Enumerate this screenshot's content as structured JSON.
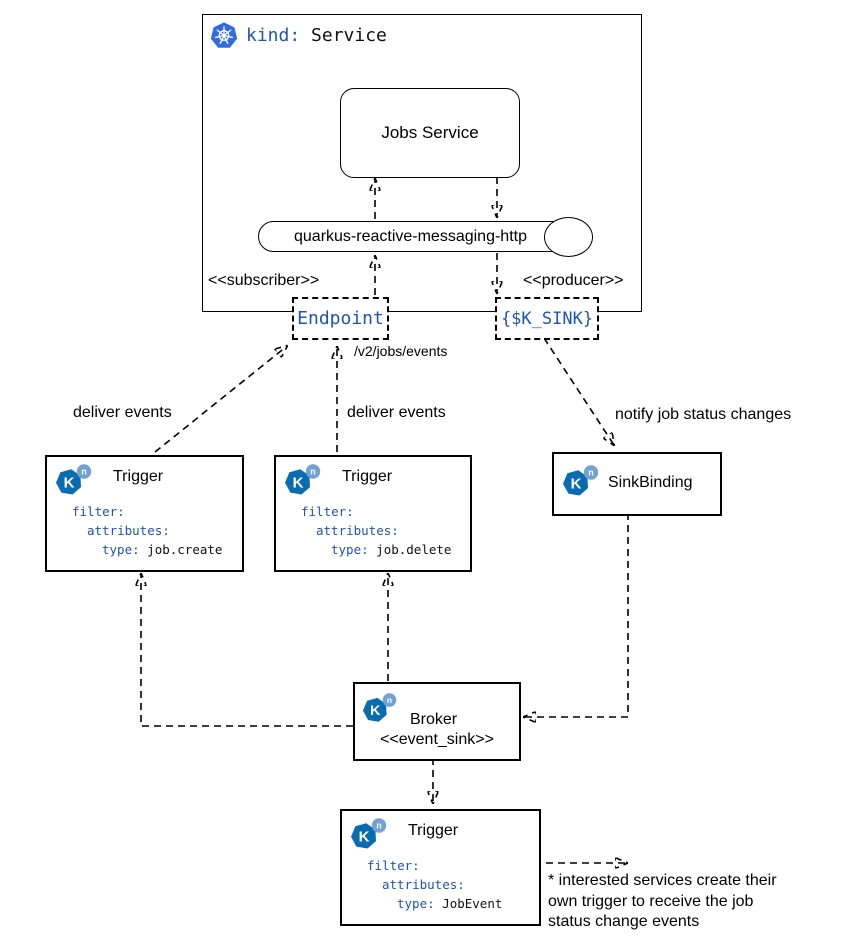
{
  "diagram": {
    "colors": {
      "code_blue": "#1d53bd",
      "k8s_blue": "#326CE5",
      "knative_blue": "#0B6BB0",
      "knative_light": "#71A2D1",
      "line_black": "#000000"
    },
    "service_group": {
      "kind_key": "kind: ",
      "kind_value": "Service",
      "jobs_service": "Jobs Service",
      "connector": "quarkus-reactive-messaging-http",
      "subscriber": "<<subscriber>>",
      "producer": "<<producer>>",
      "endpoint": "Endpoint",
      "ksink": "{$K_SINK}"
    },
    "edge_labels": {
      "path": "/v2/jobs/events",
      "deliver_left": "deliver events",
      "deliver_mid": "deliver events",
      "notify": "notify job status changes"
    },
    "triggers": [
      {
        "title": "Trigger",
        "filter": "filter:",
        "attributes": "attributes:",
        "type_key": "type:",
        "type_value": " job.create"
      },
      {
        "title": "Trigger",
        "filter": "filter:",
        "attributes": "attributes:",
        "type_key": "type:",
        "type_value": " job.delete"
      },
      {
        "title": "Trigger",
        "filter": "filter:",
        "attributes": "attributes:",
        "type_key": "type:",
        "type_value": " JobEvent"
      }
    ],
    "sink_binding": {
      "title": "SinkBinding"
    },
    "broker": {
      "title": "Broker",
      "stereotype": "<<event_sink>>"
    },
    "note": {
      "lines": [
        "* interested services create their",
        "own trigger to receive the job",
        "status change events"
      ]
    },
    "icons": {
      "kubernetes": "kubernetes-logo",
      "knative": "knative-logo"
    }
  }
}
